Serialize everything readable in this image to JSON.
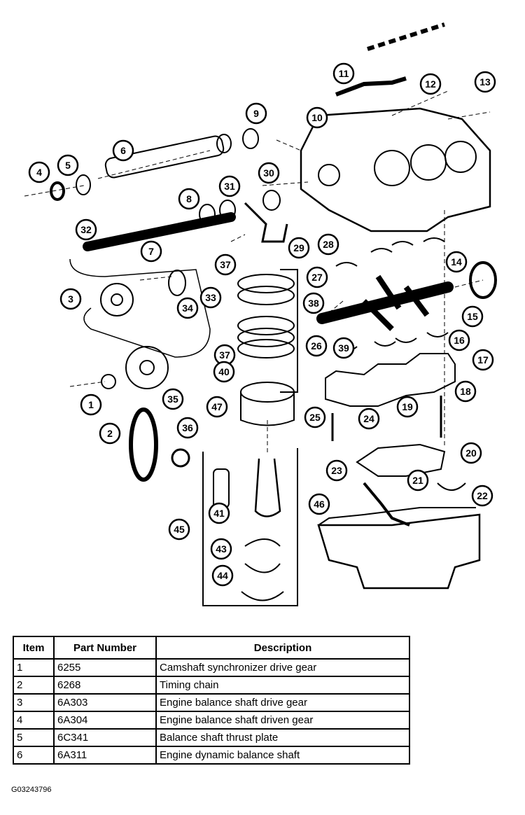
{
  "callouts": [
    "1",
    "2",
    "3",
    "4",
    "5",
    "6",
    "7",
    "8",
    "9",
    "10",
    "11",
    "12",
    "13",
    "14",
    "15",
    "16",
    "17",
    "18",
    "19",
    "20",
    "21",
    "22",
    "23",
    "24",
    "25",
    "26",
    "27",
    "28",
    "29",
    "30",
    "31",
    "32",
    "33",
    "34",
    "35",
    "36",
    "37",
    "37",
    "38",
    "39",
    "40",
    "41",
    "43",
    "44",
    "45",
    "46",
    "47"
  ],
  "table": {
    "headers": [
      "Item",
      "Part Number",
      "Description"
    ],
    "rows": [
      [
        "1",
        "6255",
        "Camshaft synchronizer drive gear"
      ],
      [
        "2",
        "6268",
        "Timing chain"
      ],
      [
        "3",
        "6A303",
        "Engine balance shaft drive gear"
      ],
      [
        "4",
        "6A304",
        "Engine balance shaft driven gear"
      ],
      [
        "5",
        "6C341",
        "Balance shaft thrust plate"
      ],
      [
        "6",
        "6A311",
        "Engine dynamic balance shaft"
      ]
    ]
  },
  "figure_id": "G03243796"
}
